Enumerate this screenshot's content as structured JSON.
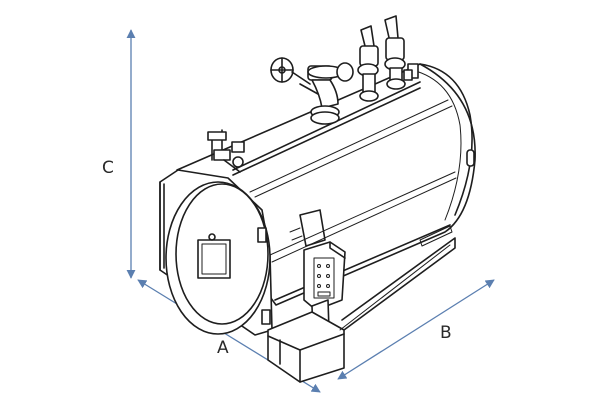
{
  "dimensions": {
    "height_label": "C",
    "length_label": "A",
    "width_label": "B"
  },
  "colors": {
    "dimension_line": "#5b7fb0",
    "drawing_ink": "#1e1e1e",
    "background": "#ffffff"
  },
  "icons": {
    "valve": "handwheel-valve-icon",
    "safety_valves": "safety-valve-icon"
  }
}
